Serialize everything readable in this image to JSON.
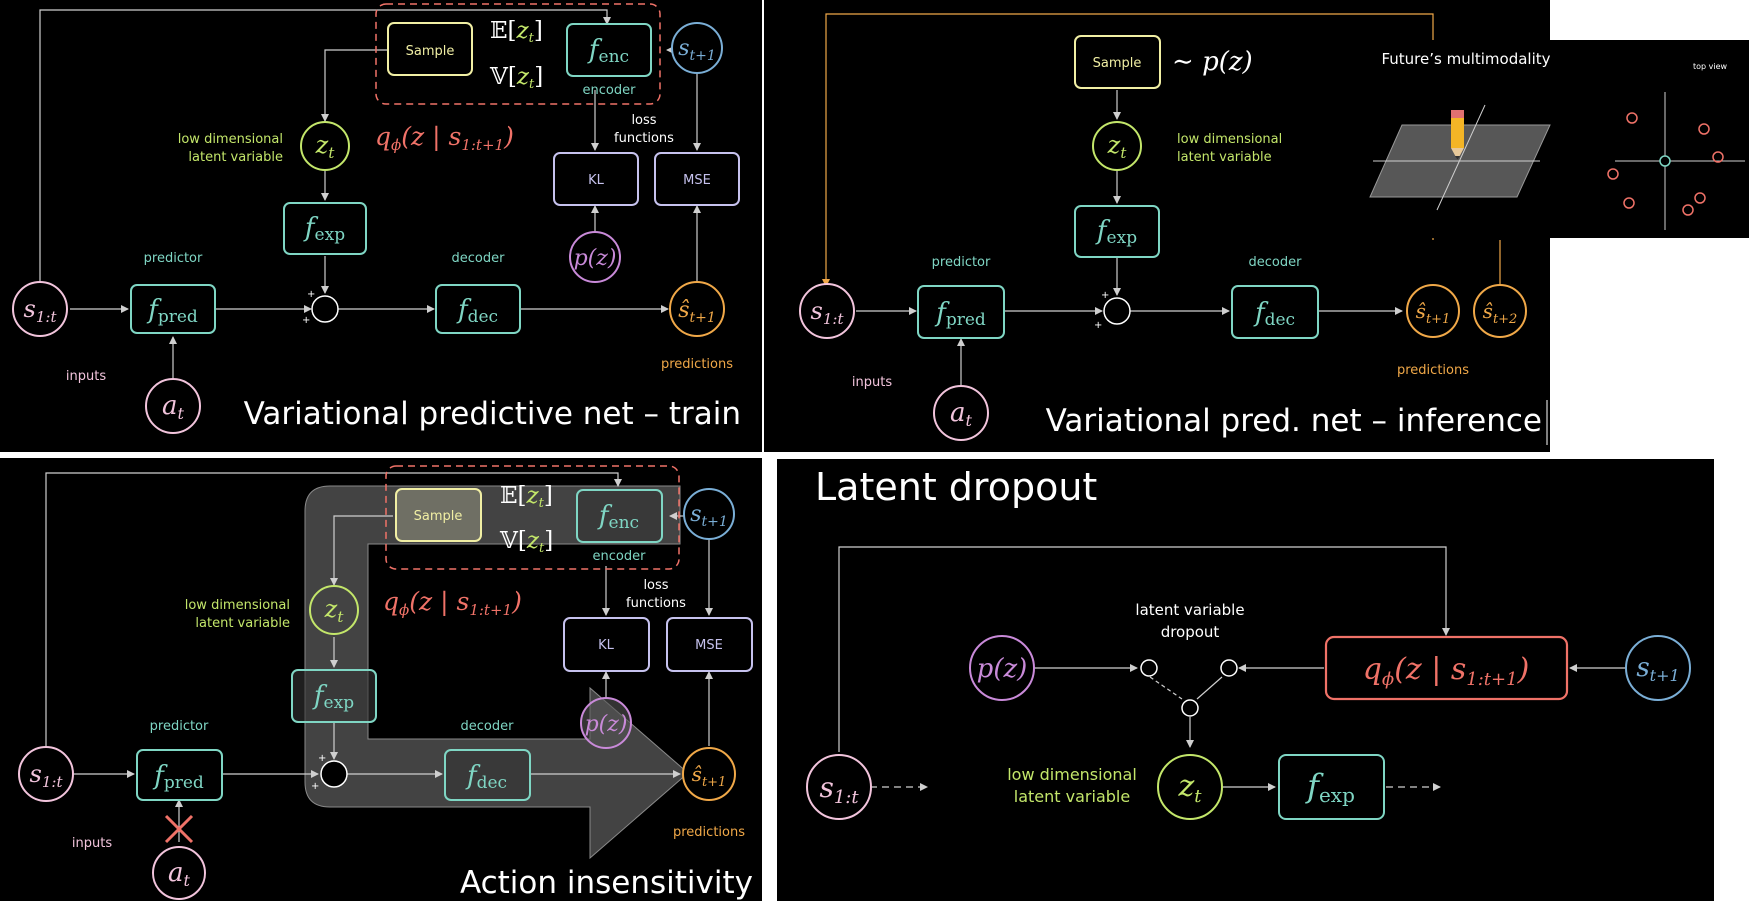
{
  "colors": {
    "background": "#000000",
    "pink": "#f2c4dc",
    "teal": "#7fd6c4",
    "green": "#c3e66a",
    "yellow": "#f1efa4",
    "blue": "#7aaed6",
    "orange": "#f0a848",
    "purple": "#c98ad9",
    "lavender": "#c6c2ee",
    "red": "#f07268",
    "line": "#cfcfcf"
  },
  "panel_train": {
    "title": "Variational predictive net – train",
    "inputs_label": "inputs",
    "predictor_label": "predictor",
    "decoder_label": "decoder",
    "encoder_label": "encoder",
    "loss_label_1": "loss",
    "loss_label_2": "functions",
    "predictions_label": "predictions",
    "latent_label_1": "low dimensional",
    "latent_label_2": "latent variable",
    "sample": "Sample",
    "kl": "KL",
    "mse": "MSE"
  },
  "panel_inference": {
    "title": "Variational pred. net – inference",
    "inputs_label": "inputs",
    "predictor_label": "predictor",
    "decoder_label": "decoder",
    "predictions_label": "predictions",
    "latent_label_1": "low dimensional",
    "latent_label_2": "latent variable",
    "sample": "Sample",
    "multimodality_title": "Future’s multimodality",
    "top_view": "top view"
  },
  "panel_action": {
    "title": "Action insensitivity",
    "inputs_label": "inputs",
    "predictor_label": "predictor",
    "decoder_label": "decoder",
    "encoder_label": "encoder",
    "loss_label_1": "loss",
    "loss_label_2": "functions",
    "predictions_label": "predictions",
    "latent_label_1": "low dimensional",
    "latent_label_2": "latent variable",
    "sample": "Sample",
    "kl": "KL",
    "mse": "MSE"
  },
  "panel_dropout": {
    "title": "Latent dropout",
    "dropout_label_1": "latent variable",
    "dropout_label_2": "dropout",
    "latent_label_1": "low dimensional",
    "latent_label_2": "latent variable"
  }
}
